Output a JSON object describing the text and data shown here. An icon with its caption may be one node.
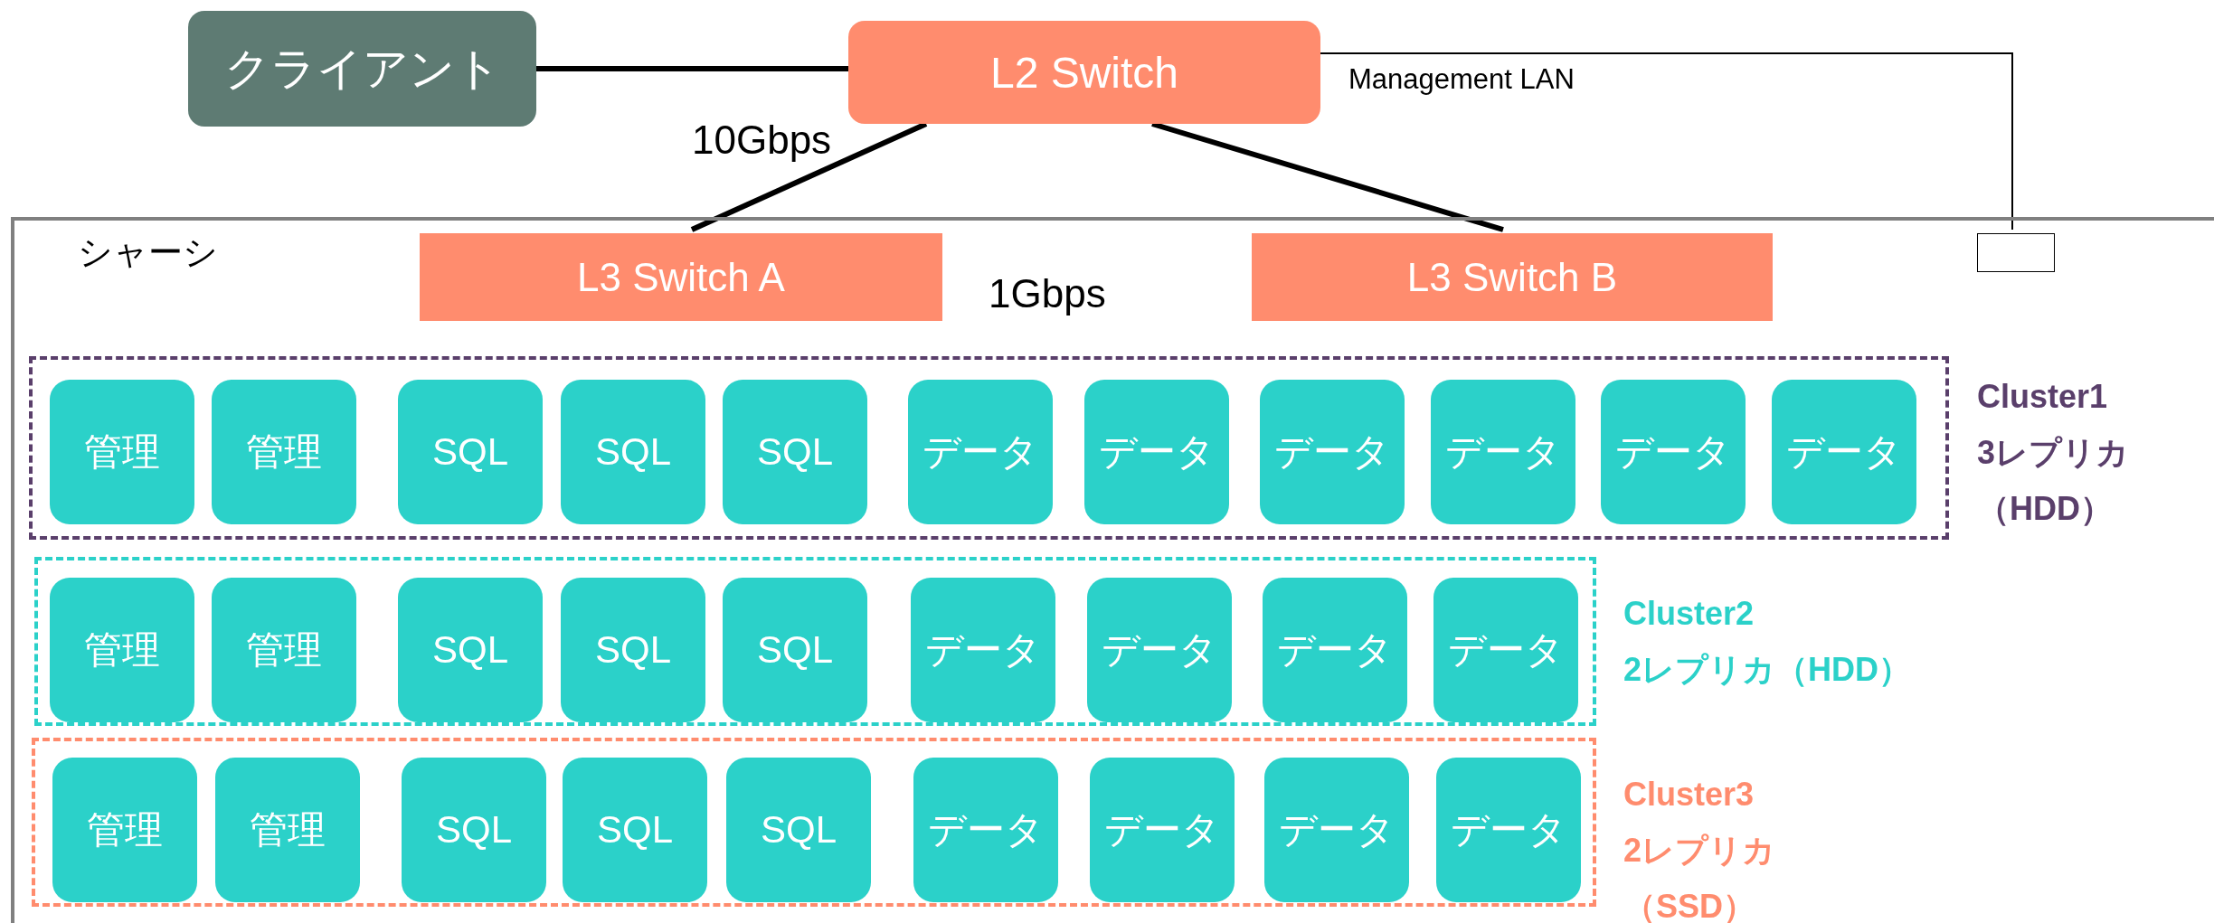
{
  "diagram": {
    "nodes": [
      {
        "text": [
          "クライアント"
        ]
      },
      {
        "text": [
          "L2 Switch"
        ]
      },
      {
        "text": [
          "シャーシ"
        ]
      },
      {
        "text": [],
        "shape": "box",
        "in": 2
      },
      {
        "text": [
          "L3 Switch A"
        ],
        "in": 2
      },
      {
        "text": [
          "L3 Switch B"
        ],
        "in": 2
      },
      {
        "text": [
          "Cluster1",
          "3レプリカ（HDD）"
        ],
        "in": 2
      },
      {
        "text": [
          "管理"
        ],
        "in": 6
      },
      {
        "text": [
          "管理"
        ],
        "in": 6
      },
      {
        "text": [
          "SQL"
        ],
        "in": 6
      },
      {
        "text": [
          "SQL"
        ],
        "in": 6
      },
      {
        "text": [
          "SQL"
        ],
        "in": 6
      },
      {
        "text": [
          "データ"
        ],
        "in": 6
      },
      {
        "text": [
          "データ"
        ],
        "in": 6
      },
      {
        "text": [
          "データ"
        ],
        "in": 6
      },
      {
        "text": [
          "データ"
        ],
        "in": 6
      },
      {
        "text": [
          "データ"
        ],
        "in": 6
      },
      {
        "text": [
          "データ"
        ],
        "in": 6
      },
      {
        "text": [
          "Cluster2",
          "2レプリカ（HDD）"
        ],
        "in": 2
      },
      {
        "text": [
          "管理"
        ],
        "in": 18
      },
      {
        "text": [
          "管理"
        ],
        "in": 18
      },
      {
        "text": [
          "SQL"
        ],
        "in": 18
      },
      {
        "text": [
          "SQL"
        ],
        "in": 18
      },
      {
        "text": [
          "SQL"
        ],
        "in": 18
      },
      {
        "text": [
          "データ"
        ],
        "in": 18
      },
      {
        "text": [
          "データ"
        ],
        "in": 18
      },
      {
        "text": [
          "データ"
        ],
        "in": 18
      },
      {
        "text": [
          "データ"
        ],
        "in": 18
      },
      {
        "text": [
          "Cluster3",
          "2レプリカ（SSD）"
        ],
        "in": 2
      },
      {
        "text": [
          "管理"
        ],
        "in": 28
      },
      {
        "text": [
          "管理"
        ],
        "in": 28
      },
      {
        "text": [
          "SQL"
        ],
        "in": 28
      },
      {
        "text": [
          "SQL"
        ],
        "in": 28
      },
      {
        "text": [
          "SQL"
        ],
        "in": 28
      },
      {
        "text": [
          "データ"
        ],
        "in": 28
      },
      {
        "text": [
          "データ"
        ],
        "in": 28
      },
      {
        "text": [
          "データ"
        ],
        "in": 28
      },
      {
        "text": [
          "データ"
        ],
        "in": 28
      }
    ],
    "edges": [
      {
        "from": 0,
        "to": 1,
        "arrow": "none"
      },
      {
        "from": 1,
        "to": 4,
        "arrow": "none",
        "label": "10Gbps"
      },
      {
        "from": 1,
        "to": 5,
        "arrow": "none"
      },
      {
        "from": 1,
        "to": 3,
        "arrow": "none",
        "label": "Management LAN"
      }
    ],
    "labels": [
      "1Gbps"
    ]
  }
}
